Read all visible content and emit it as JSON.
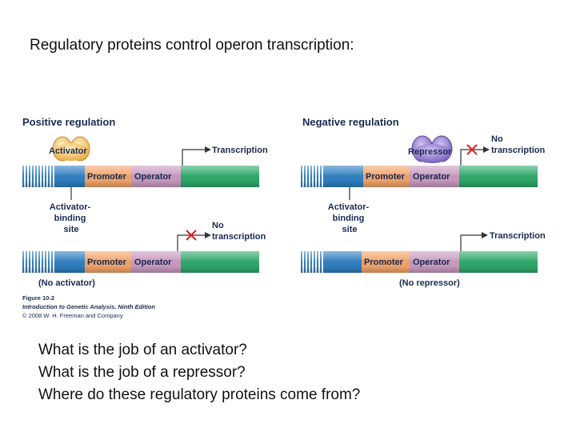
{
  "slide": {
    "title": "Regulatory proteins control operon transcription:",
    "questions": [
      "What is the job of an activator?",
      "What is the job of a repressor?",
      "Where do these regulatory proteins come from?"
    ]
  },
  "figure": {
    "positive": {
      "heading": "Positive regulation",
      "activator_label": "Activator",
      "transcription_label": "Transcription",
      "promoter_label": "Promoter",
      "operator_label": "Operator",
      "site_label_lines": [
        "Activator-",
        "binding",
        "site"
      ],
      "no_transcription_lines": [
        "No",
        "transcription"
      ],
      "no_activator_label": "(No activator)"
    },
    "negative": {
      "heading": "Negative regulation",
      "repressor_label": "Repressor",
      "no_transcription_lines": [
        "No",
        "transcription"
      ],
      "promoter_label": "Promoter",
      "operator_label": "Operator",
      "site_label_lines": [
        "Activator-",
        "binding",
        "site"
      ],
      "transcription_label": "Transcription",
      "no_repressor_label": "(No repressor)"
    },
    "caption": {
      "figure": "Figure 10-2",
      "book": "Introduction to Genetic Analysis, Ninth Edition",
      "copyright": "© 2008 W. H. Freeman and Company"
    },
    "colors": {
      "dna_blue": "#2f7fc0",
      "promoter": "#f2a46a",
      "operator": "#c99ac0",
      "gene": "#2ea86a",
      "activator": "#f0b84e",
      "repressor": "#8a6fc9",
      "cross": "#e0262b"
    }
  }
}
